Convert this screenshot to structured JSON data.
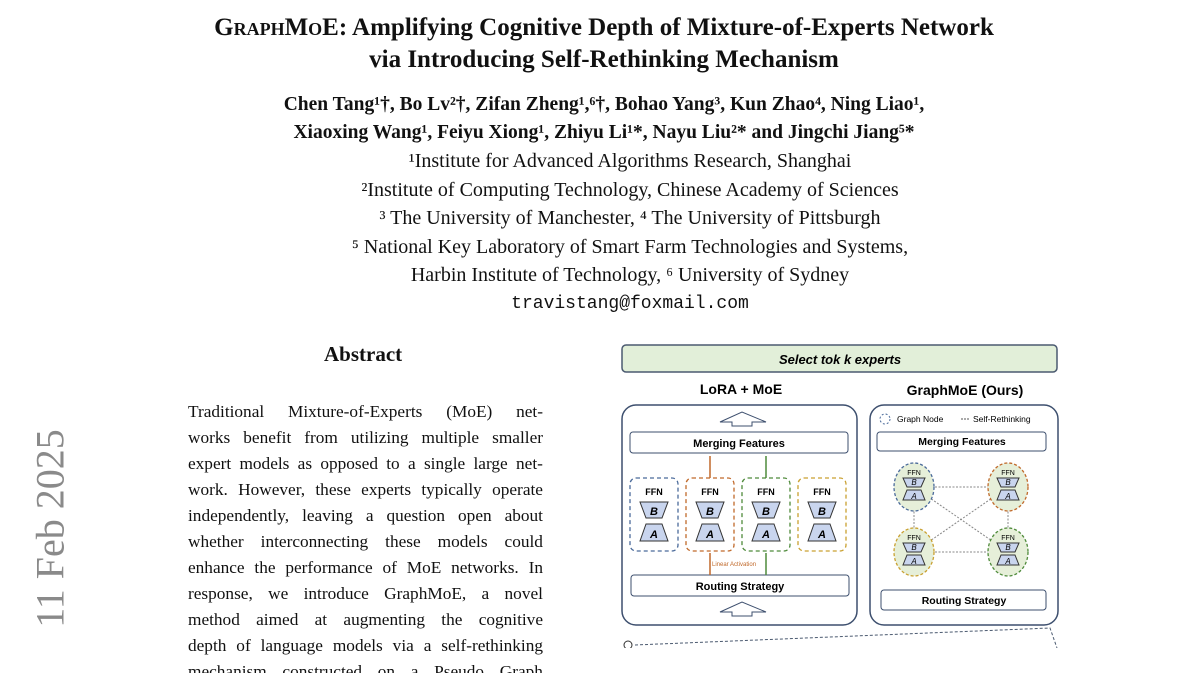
{
  "title": {
    "line1_name": "GraphMoE",
    "line1_rest": ": Amplifying Cognitive Depth of Mixture-of-Experts Network",
    "line2": "via Introducing Self-Rethinking Mechanism"
  },
  "authors": {
    "line1": "Chen Tang¹†, Bo Lv²†, Zifan Zheng¹,⁶†, Bohao Yang³, Kun Zhao⁴, Ning Liao¹,",
    "line2": "Xiaoxing Wang¹, Feiyu Xiong¹, Zhiyu Li¹*, Nayu Liu²* and Jingchi Jiang⁵*"
  },
  "affiliations": [
    "¹Institute for Advanced Algorithms Research, Shanghai",
    "²Institute of Computing Technology, Chinese Academy of Sciences",
    "³ The University of Manchester, ⁴ The University of Pittsburgh",
    "⁵ National Key Laboratory of Smart Farm Technologies and Systems,",
    "Harbin Institute of Technology, ⁶ University of Sydney"
  ],
  "email": "travistang@foxmail.com",
  "abstract": {
    "heading": "Abstract",
    "lines": [
      "Traditional Mixture-of-Experts (MoE) net-",
      "works benefit from utilizing multiple smaller",
      "expert models as opposed to a single large net-",
      "work. However, these experts typically operate",
      "independently, leaving a question open about",
      "whether interconnecting these models could",
      "enhance the performance of MoE networks. In",
      "response, we introduce GraphMoE, a novel",
      "method aimed at augmenting the cognitive",
      "depth of language models via a self-rethinking",
      "mechanism constructed on a Pseudo Graph"
    ]
  },
  "arxiv_date": "11 Feb 2025",
  "figure": {
    "top_banner": "Select tok k experts",
    "left_title": "LoRA + MoE",
    "right_title": "GraphMoE (Ours)",
    "merging": "Merging Features",
    "routing": "Routing Strategy",
    "ffn": "FFN",
    "b": "B",
    "a": "A",
    "linear_activation": "Linear Activation",
    "legend_node": "Graph Node",
    "legend_rethink": "Self-Rethinking",
    "colors": {
      "blue": "#4a6a9a",
      "orange": "#c0692a",
      "green": "#4e8a3a",
      "yellow": "#c9a030",
      "banner": "#e2efd9",
      "node": "#e6efd9",
      "trap": "#c9d5ee"
    }
  }
}
